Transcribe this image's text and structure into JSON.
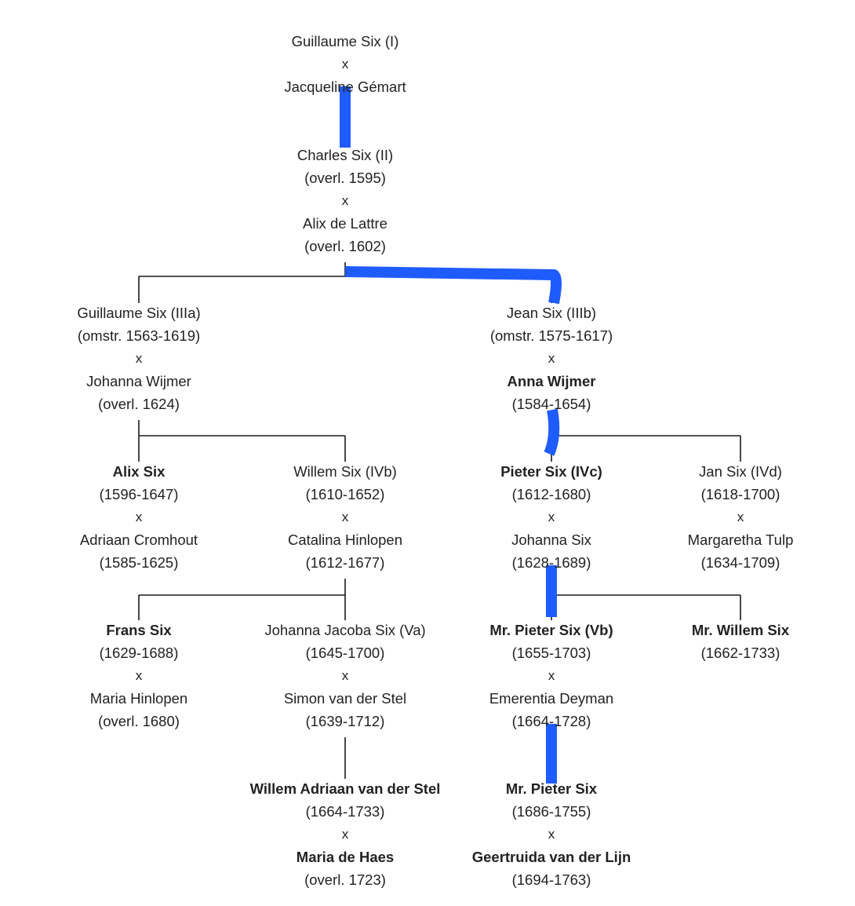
{
  "persons": [
    {
      "id": "guillaume1",
      "name": "Guillaume Six (I)",
      "bold": false
    },
    {
      "id": "jacqueline",
      "name": "Jacqueline Gémart",
      "bold": false
    },
    {
      "id": "charles",
      "name": "Charles Six (II)",
      "dates": "(overl. 1595)",
      "bold": false
    },
    {
      "id": "alix_lattre",
      "name": "Alix de Lattre",
      "dates": "(overl. 1602)",
      "bold": false
    },
    {
      "id": "guillaume3a",
      "name": "Guillaume Six (IIIa)",
      "dates": "(omstr. 1563-1619)",
      "bold": false
    },
    {
      "id": "johanna_wijmer",
      "name": "Johanna Wijmer",
      "dates": "(overl. 1624)",
      "bold": false
    },
    {
      "id": "jean3b",
      "name": "Jean Six (IIIb)",
      "dates": "(omstr. 1575-1617)",
      "bold": false
    },
    {
      "id": "anna_wijmer",
      "name": "Anna Wijmer",
      "dates": "(1584-1654)",
      "bold": true
    },
    {
      "id": "alix_six",
      "name": "Alix Six",
      "dates": "(1596-1647)",
      "bold": true
    },
    {
      "id": "adriaan",
      "name": "Adriaan Cromhout",
      "dates": "(1585-1625)",
      "bold": false
    },
    {
      "id": "willem4b",
      "name": "Willem Six (IVb)",
      "dates": "(1610-1652)",
      "bold": false
    },
    {
      "id": "catalina",
      "name": "Catalina Hinlopen",
      "dates": "(1612-1677)",
      "bold": false
    },
    {
      "id": "pieter4c",
      "name": "Pieter Six (IVc)",
      "dates": "(1612-1680)",
      "bold": true
    },
    {
      "id": "johanna_six",
      "name": "Johanna Six",
      "dates": "(1628-1689)",
      "bold": false
    },
    {
      "id": "jan4d",
      "name": "Jan Six (IVd)",
      "dates": "(1618-1700)",
      "bold": false
    },
    {
      "id": "margaretha",
      "name": "Margaretha Tulp",
      "dates": "(1634-1709)",
      "bold": false
    },
    {
      "id": "frans",
      "name": "Frans Six",
      "dates": "(1629-1688)",
      "bold": true
    },
    {
      "id": "maria_h",
      "name": "Maria Hinlopen",
      "dates": "(overl. 1680)",
      "bold": false
    },
    {
      "id": "johanna_jacoba",
      "name": "Johanna Jacoba Six (Va)",
      "dates": "(1645-1700)",
      "bold": false
    },
    {
      "id": "simon",
      "name": "Simon van der Stel",
      "dates": "(1639-1712)",
      "bold": false
    },
    {
      "id": "pieter5b",
      "name": "Mr. Pieter Six (Vb)",
      "dates": "(1655-1703)",
      "bold": true
    },
    {
      "id": "emerentia",
      "name": "Emerentia Deyman",
      "dates": "(1664-1728)",
      "bold": false
    },
    {
      "id": "willem_mr",
      "name": "Mr. Willem Six",
      "dates": "(1662-1733)",
      "bold": true
    },
    {
      "id": "willem_adriaan",
      "name": "Willem Adriaan van der Stel",
      "dates": "(1664-1733)",
      "bold": true
    },
    {
      "id": "maria_haes",
      "name": "Maria de Haes",
      "dates": "(overl. 1723)",
      "bold": true
    },
    {
      "id": "pieter_mr",
      "name": "Mr. Pieter Six",
      "dates": "(1686-1755)",
      "bold": true
    },
    {
      "id": "geertruida",
      "name": "Geertruida van der Lijn",
      "dates": "(1694-1763)",
      "bold": true
    }
  ],
  "couples": [
    {
      "id": "c1",
      "a": "guillaume1",
      "b": "jacqueline",
      "sep": "x"
    },
    {
      "id": "c2",
      "a": "charles",
      "b": "alix_lattre",
      "sep": "x"
    },
    {
      "id": "c3a",
      "a": "guillaume3a",
      "b": "johanna_wijmer",
      "sep": "x"
    },
    {
      "id": "c3b",
      "a": "jean3b",
      "b": "anna_wijmer",
      "sep": "x"
    },
    {
      "id": "c4a",
      "a": "alix_six",
      "b": "adriaan",
      "sep": "x"
    },
    {
      "id": "c4b",
      "a": "willem4b",
      "b": "catalina",
      "sep": "x"
    },
    {
      "id": "c4c",
      "a": "pieter4c",
      "b": "johanna_six",
      "sep": "x"
    },
    {
      "id": "c4d",
      "a": "jan4d",
      "b": "margaretha",
      "sep": "x"
    },
    {
      "id": "c5a",
      "a": "frans",
      "b": "maria_h",
      "sep": "x"
    },
    {
      "id": "c5b",
      "a": "johanna_jacoba",
      "b": "simon",
      "sep": "x"
    },
    {
      "id": "c5c",
      "a": "pieter5b",
      "b": "emerentia",
      "sep": "x"
    },
    {
      "id": "c5d",
      "a": "willem_mr"
    },
    {
      "id": "c6a",
      "a": "willem_adriaan",
      "b": "maria_haes",
      "sep": "x"
    },
    {
      "id": "c6b",
      "a": "pieter_mr",
      "b": "geertruida",
      "sep": "x"
    }
  ],
  "edges": [
    {
      "from": "c1",
      "to": [
        "c2"
      ]
    },
    {
      "from": "c2",
      "to": [
        "c3a",
        "c3b"
      ]
    },
    {
      "from": "c3a",
      "to": [
        "c4a",
        "c4b"
      ]
    },
    {
      "from": "c3b",
      "to": [
        "c4c",
        "c4d"
      ]
    },
    {
      "from": "c4b",
      "to": [
        "c5a",
        "c5b"
      ]
    },
    {
      "from": "c4c",
      "to": [
        "c5c",
        "c5d"
      ]
    },
    {
      "from": "c5b",
      "to": [
        "c6a"
      ]
    },
    {
      "from": "c5c",
      "to": [
        "c6b"
      ]
    }
  ],
  "highlight_path": [
    "c1",
    "c2",
    "c3b",
    "c4c",
    "c5c",
    "c6b"
  ],
  "colors": {
    "text": "#222222",
    "line": "#1a1a1a",
    "highlight": "#1f5cff"
  }
}
